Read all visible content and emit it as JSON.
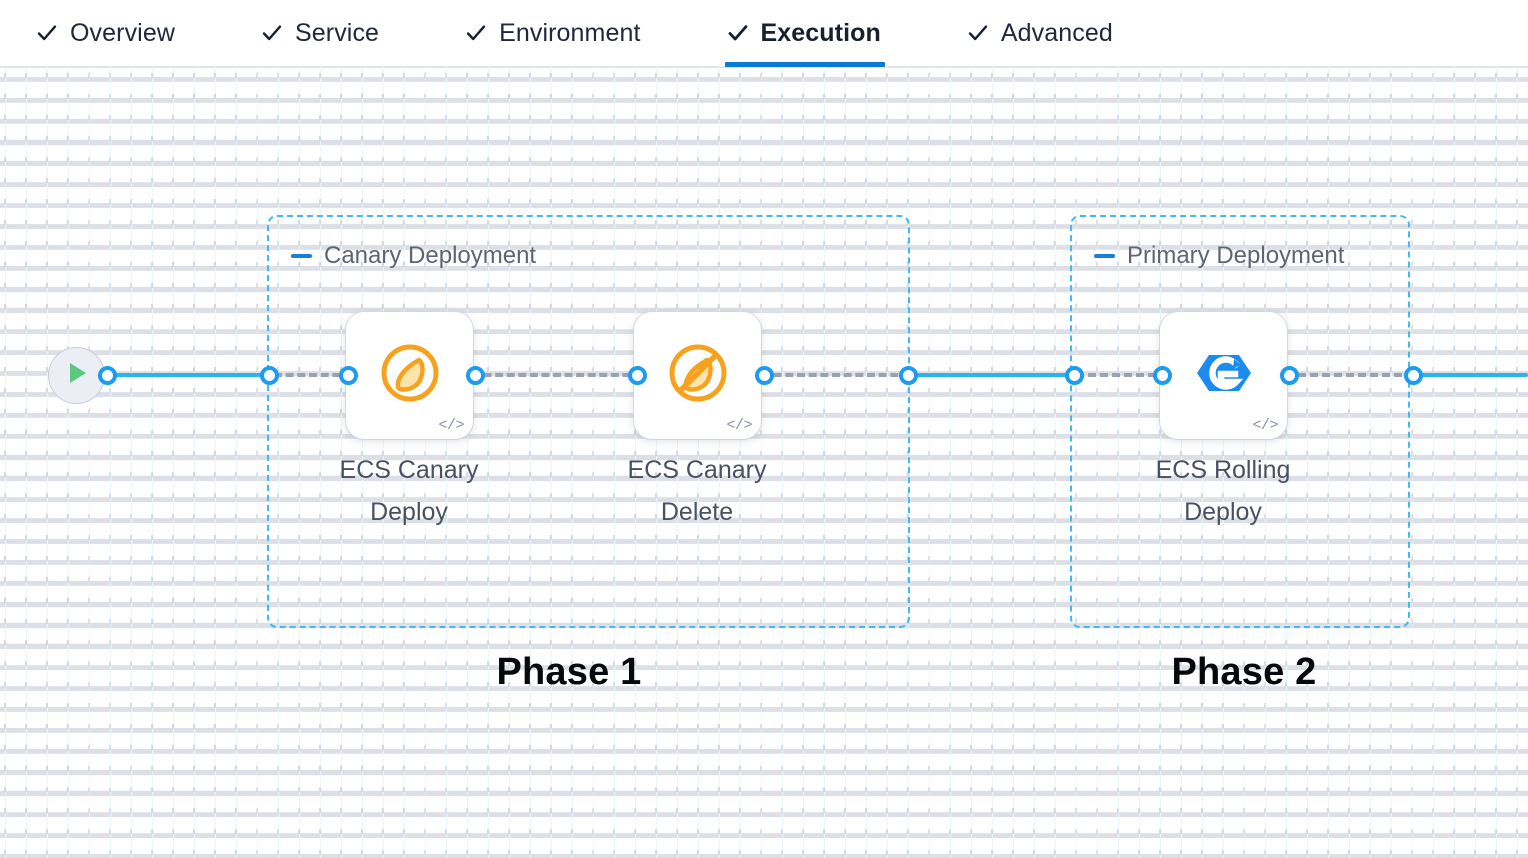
{
  "tabs": [
    {
      "label": "Overview",
      "icon": "check-icon",
      "active": false
    },
    {
      "label": "Service",
      "icon": "check-icon",
      "active": false
    },
    {
      "label": "Environment",
      "icon": "check-icon",
      "active": false
    },
    {
      "label": "Execution",
      "icon": "check-icon",
      "active": true
    },
    {
      "label": "Advanced",
      "icon": "check-icon",
      "active": false
    }
  ],
  "canvas": {
    "start_node": {
      "name": "pipeline-start",
      "icon": "play-icon"
    },
    "groups": [
      {
        "id": "canary",
        "title": "Canary Deployment",
        "collapse_icon": "minus-icon"
      },
      {
        "id": "primary",
        "title": "Primary Deployment",
        "collapse_icon": "minus-icon"
      }
    ],
    "nodes": [
      {
        "id": "ecs-canary-deploy",
        "label_line1": "ECS Canary",
        "label_line2": "Deploy",
        "icon": "canary-bird-icon",
        "badge": "code-icon"
      },
      {
        "id": "ecs-canary-delete",
        "label_line1": "ECS Canary",
        "label_line2": "Delete",
        "icon": "canary-bird-slash-icon",
        "badge": "code-icon"
      },
      {
        "id": "ecs-rolling-deploy",
        "label_line1": "ECS Rolling",
        "label_line2": "Deploy",
        "icon": "ecs-rolling-icon",
        "badge": "code-icon"
      }
    ],
    "phases": [
      {
        "id": "phase-1",
        "label": "Phase 1"
      },
      {
        "id": "phase-2",
        "label": "Phase 2"
      }
    ]
  },
  "colors": {
    "accent_blue": "#0b7ad1",
    "connector_blue": "#29b5f0",
    "connector_dashed_gray": "#9aa1b4",
    "group_border_blue": "#42b9f2",
    "canary_orange": "#f5a623",
    "ecs_blue": "#1a8cf0",
    "play_green": "#5cc97f"
  }
}
